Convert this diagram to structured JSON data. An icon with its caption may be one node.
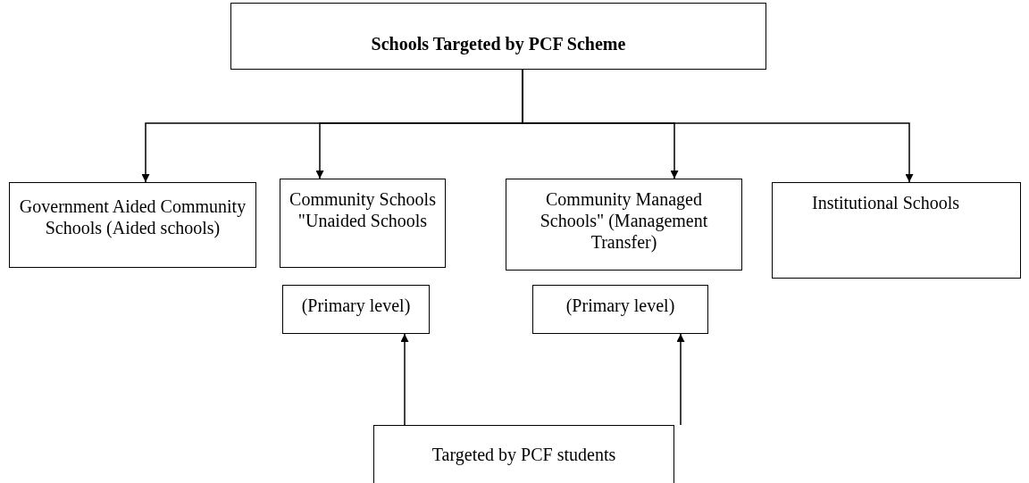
{
  "diagram": {
    "nodes": [
      {
        "text": [
          "Schools Targeted by PCF Scheme"
        ]
      },
      {
        "text": [
          "Government Aided Community Schools (Aided schools)"
        ]
      },
      {
        "text": [
          "Community Schools \"Unaided Schools"
        ]
      },
      {
        "text": [
          "Community Managed Schools\" (Management Transfer)"
        ]
      },
      {
        "text": [
          "Institutional Schools"
        ]
      },
      {
        "text": [
          "(Primary level)"
        ]
      },
      {
        "text": [
          "(Primary level)"
        ]
      },
      {
        "text": [
          "Targeted by PCF students"
        ]
      }
    ],
    "edges": [
      {
        "from": 0,
        "to": 1,
        "arrow": "to"
      },
      {
        "from": 0,
        "to": 2,
        "arrow": "to"
      },
      {
        "from": 0,
        "to": 3,
        "arrow": "to"
      },
      {
        "from": 0,
        "to": 4,
        "arrow": "to"
      },
      {
        "from": 7,
        "to": 5,
        "arrow": "to"
      },
      {
        "from": 7,
        "to": 6,
        "arrow": "to"
      }
    ]
  }
}
